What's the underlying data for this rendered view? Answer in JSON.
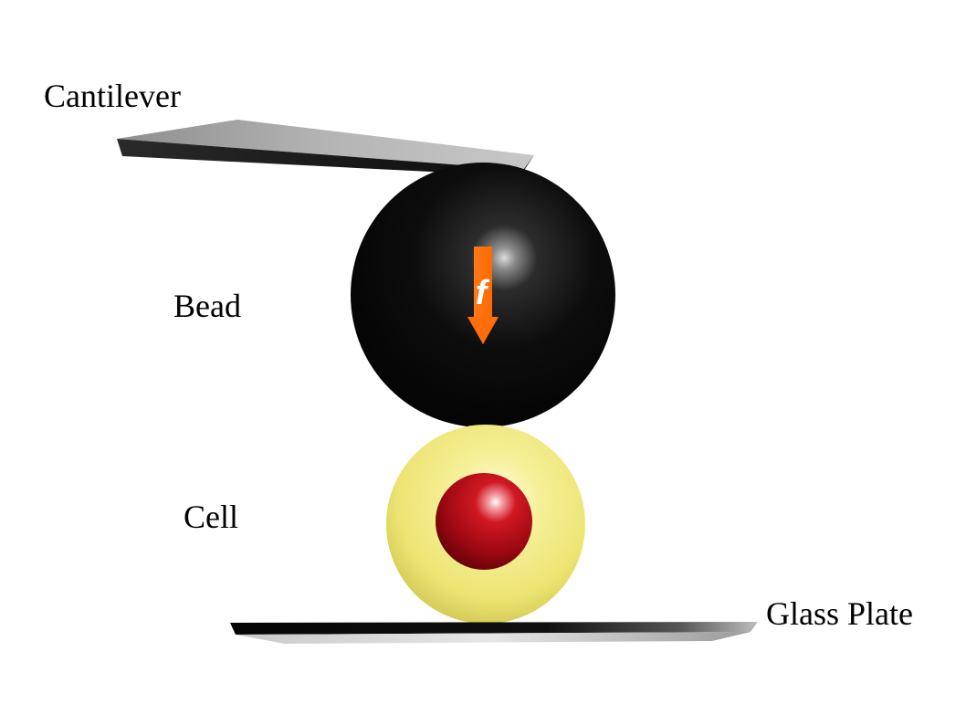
{
  "labels": {
    "cantilever": "Cantilever",
    "bead": "Bead",
    "cell": "Cell",
    "glass_plate": "Glass Plate"
  },
  "force": {
    "symbol": "f",
    "direction": "down"
  },
  "colors": {
    "cantilever": "#9e9e9e",
    "bead": "#111111",
    "cell": "#efe97a",
    "nucleus": "#c4101a",
    "force_arrow": "#ff7410",
    "glass_plate": "#0a0a0a"
  }
}
